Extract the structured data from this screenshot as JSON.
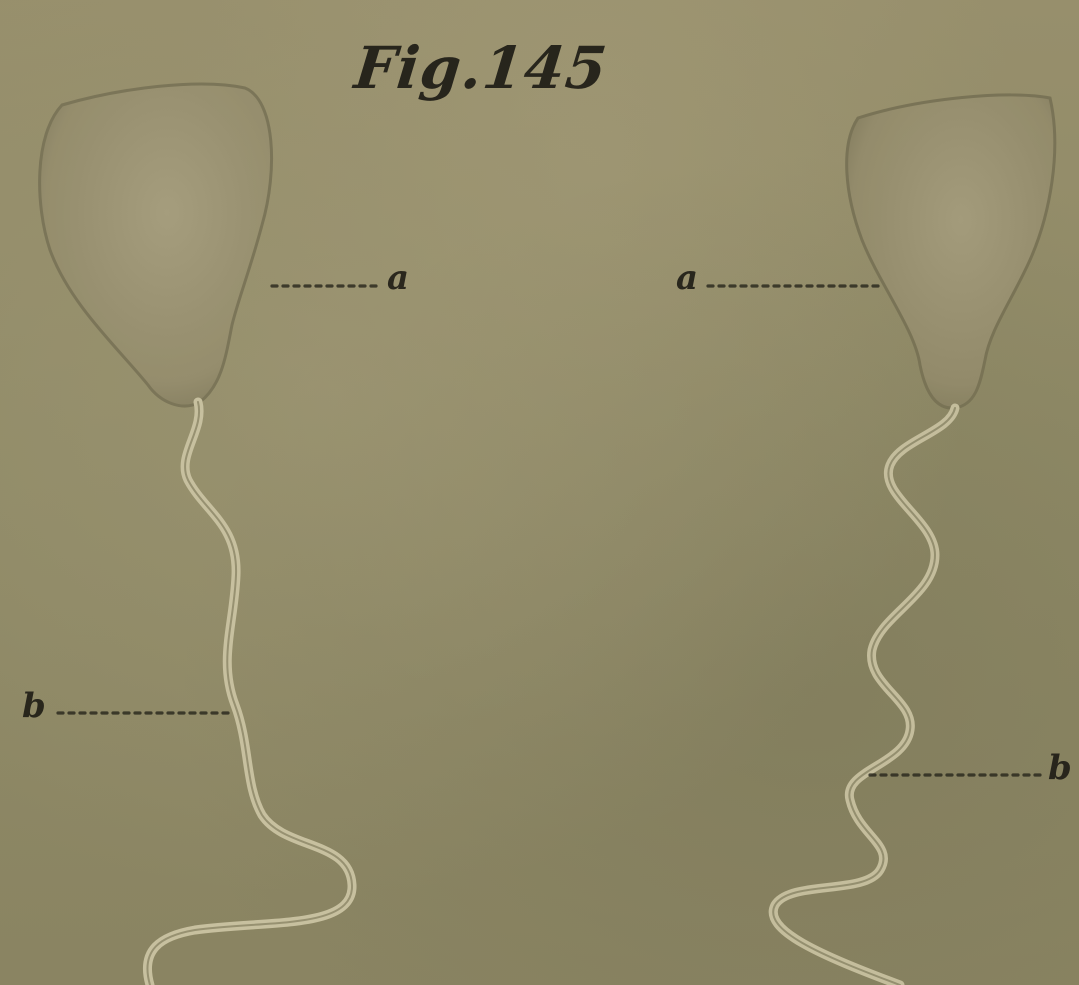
{
  "figure": {
    "title": "Fig.145",
    "labels": {
      "left_a": "a",
      "right_a": "a",
      "left_b": "b",
      "right_b": "b"
    }
  },
  "colors": {
    "paper": "#918a68",
    "head_fill": "#9a9272",
    "tail_stroke": "#c4bd9c",
    "ink": "#1e1c15"
  }
}
